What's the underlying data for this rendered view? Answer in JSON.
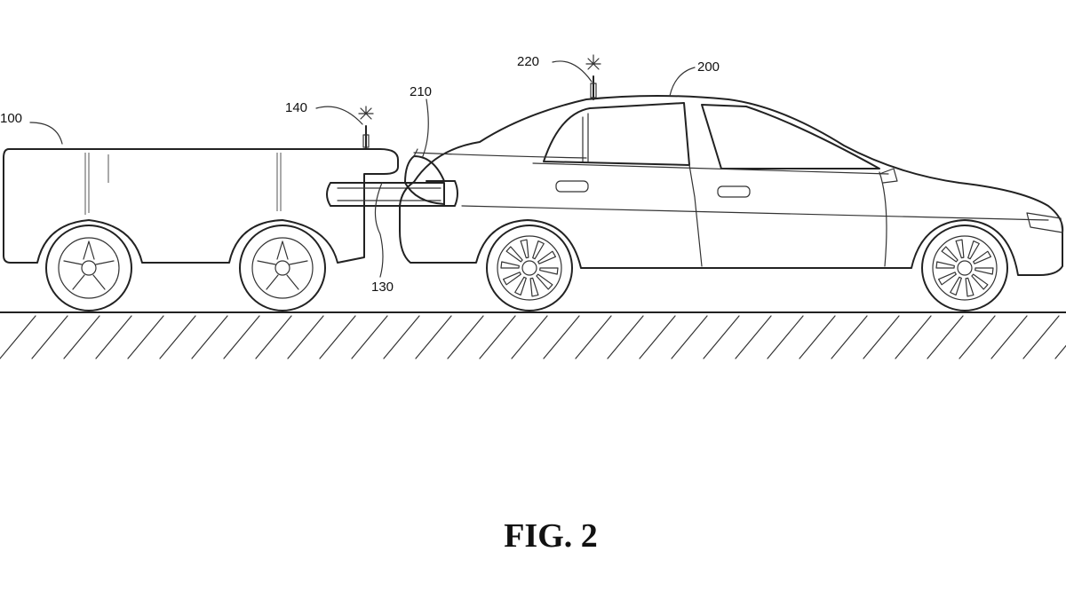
{
  "labels": {
    "trailer_robot": "100",
    "coupling_arm": "130",
    "robot_antenna": "140",
    "car": "200",
    "car_charge_port": "210",
    "car_antenna": "220"
  },
  "caption": "FIG. 2",
  "colors": {
    "line": "#222222",
    "background": "#ffffff"
  }
}
